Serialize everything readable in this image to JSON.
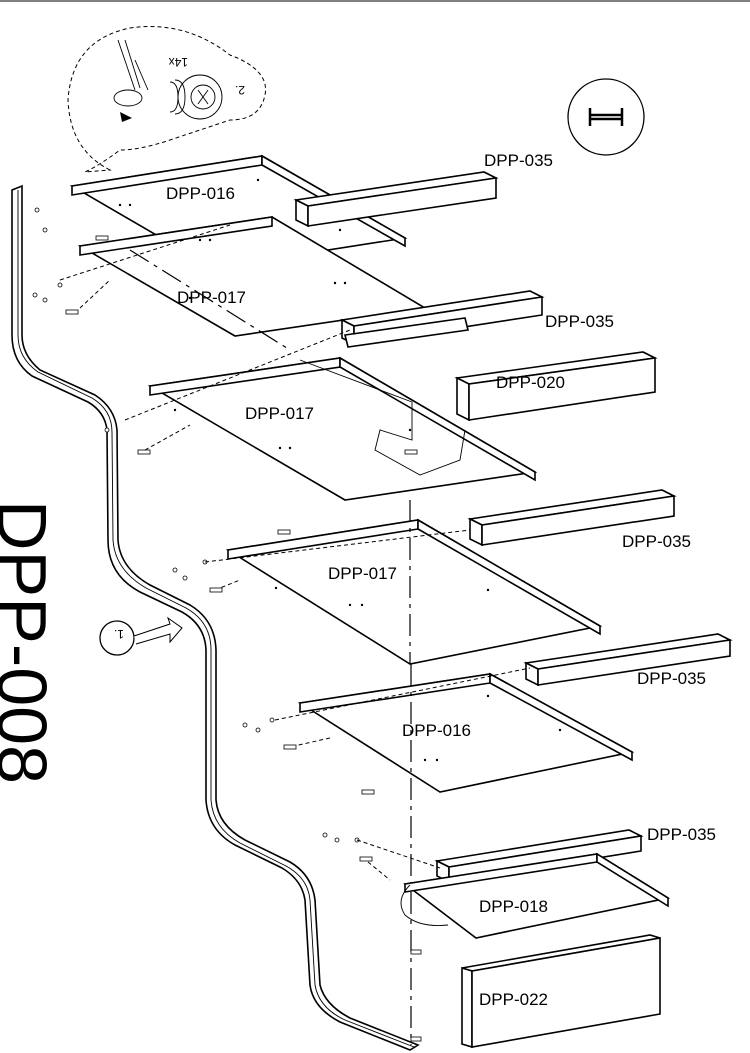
{
  "title": "DPP-008",
  "step_labels": {
    "step1": "1.",
    "step2": "2."
  },
  "quantity": "14x",
  "parts": {
    "top_panel": "DPP-016",
    "shelf_a": "DPP-017",
    "shelf_b": "DPP-017",
    "shelf_c": "DPP-017",
    "lower_panel": "DPP-016",
    "bottom_panel": "DPP-018",
    "back_rail_1": "DPP-035",
    "back_rail_2": "DPP-035",
    "back_rail_3": "DPP-035",
    "back_rail_4": "DPP-035",
    "back_rail_5": "DPP-035",
    "front_rail": "DPP-020",
    "plinth": "DPP-022"
  }
}
